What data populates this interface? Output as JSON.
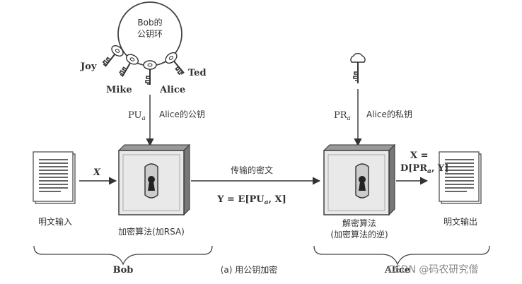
{
  "keyring": {
    "title_line1": "Bob的",
    "title_line2": "公钥环",
    "keys": [
      "Joy",
      "Mike",
      "Alice",
      "Ted"
    ]
  },
  "left_arrow": {
    "pu_main": "PU",
    "pu_sub": "a",
    "label": "Alice的公钥"
  },
  "right_arrow": {
    "pr_main": "PR",
    "pr_sub": "a",
    "label": "Alice的私钥"
  },
  "plaintext_input": {
    "label": "明文输入",
    "arrow_label": "X"
  },
  "encrypt": {
    "label": "加密算法(加RSA)"
  },
  "transmit": {
    "label": "传输的密文",
    "formula_prefix": "Y = E[PU",
    "formula_sub": "a",
    "formula_suffix": ", X]"
  },
  "decrypt": {
    "label_line1": "解密算法",
    "label_line2": "(加密算法的逆)"
  },
  "output": {
    "formula_line1": "X =",
    "formula_line2_prefix": "D[PR",
    "formula_line2_sub": "a",
    "formula_line2_suffix": ", Y]",
    "label": "明文输出"
  },
  "bottom": {
    "bob": "Bob",
    "caption": "(a) 用公钥加密",
    "alice": "Alice"
  },
  "watermark": "CSDN @码农研究僧"
}
